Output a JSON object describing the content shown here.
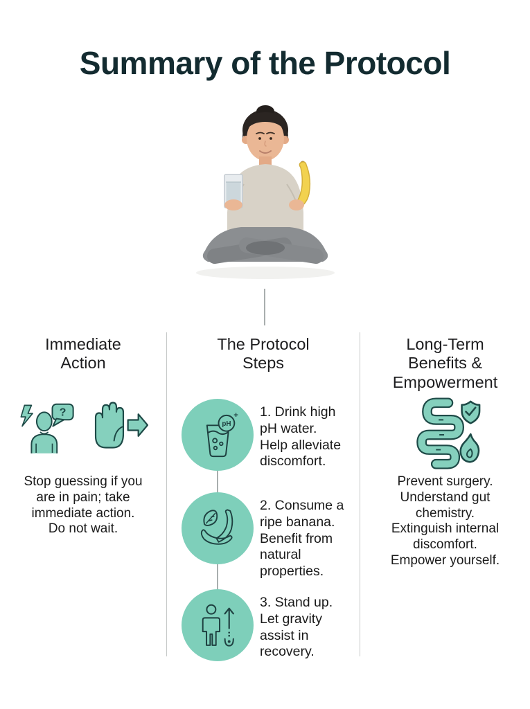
{
  "title": "Summary of the Protocol",
  "hero": {
    "alt": "Woman sitting cross-legged holding a glass of water and a banana"
  },
  "colors": {
    "teal_fill": "#85d0bd",
    "circle_bg": "#7ecfba",
    "icon_outline": "#1e4a47",
    "title_color": "#132b30",
    "divider": "#c6c9c8"
  },
  "columns": {
    "immediate": {
      "header": "Immediate\nAction",
      "icons": [
        "confused-person-icon",
        "stop-hand-arrow-icon"
      ],
      "question_mark": "?",
      "body": "Stop guessing if you\nare in pain; take\nimmediate action.\nDo not wait."
    },
    "protocol": {
      "header": "The Protocol\nSteps",
      "ph_badge": {
        "label": "pH",
        "plus": "+"
      },
      "steps": [
        {
          "icon": "ph-water-glass-icon",
          "text": "1. Drink high\npH water.\nHelp alleviate\ndiscomfort."
        },
        {
          "icon": "banana-icon",
          "text": "2. Consume a\nripe banana.\nBenefit from\nnatural\nproperties."
        },
        {
          "icon": "stand-up-icon",
          "text": "3. Stand up.\nLet gravity\nassist in\nrecovery."
        }
      ]
    },
    "longterm": {
      "header": "Long-Term\nBenefits &\nEmpowerment",
      "icons": [
        "gut-shield-flame-icon"
      ],
      "body": "Prevent surgery.\nUnderstand gut\nchemistry.\nExtinguish internal\ndiscomfort.\nEmpower yourself."
    }
  }
}
